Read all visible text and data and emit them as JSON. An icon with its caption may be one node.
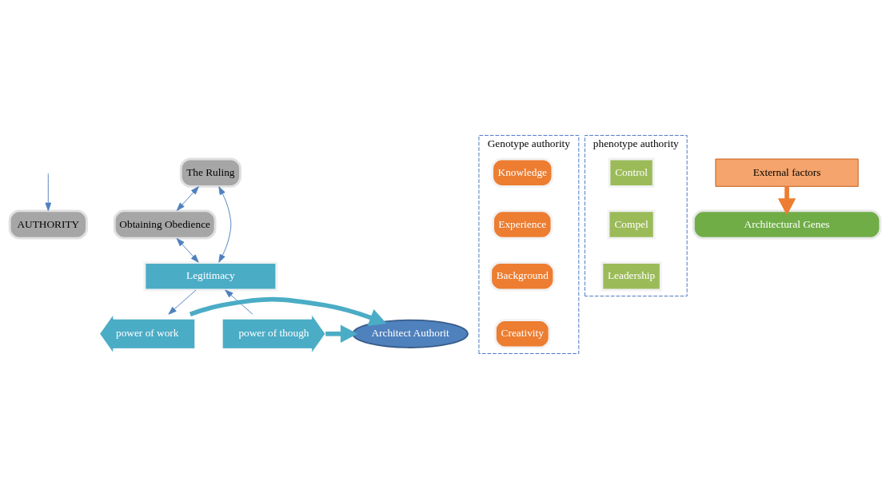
{
  "diagram": {
    "nodes": [
      {
        "text": [
          "AUTHORITY"
        ]
      },
      {
        "text": [
          "The Ruling"
        ]
      },
      {
        "text": [
          "Obtaining Obedience"
        ]
      },
      {
        "text": [
          "Legitimacy"
        ]
      },
      {
        "text": [
          "Genotype authority"
        ]
      },
      {
        "text": [
          "Knowledge"
        ],
        "in": 4
      },
      {
        "text": [
          "Experience"
        ],
        "in": 4
      },
      {
        "text": [
          "Background"
        ],
        "in": 4
      },
      {
        "text": [
          "Creativity"
        ],
        "in": 4
      },
      {
        "text": [
          "power of though"
        ]
      },
      {
        "text": [
          "Architect Authorit"
        ]
      },
      {
        "text": [
          "power of work"
        ]
      },
      {
        "text": [
          "phenotype authority"
        ]
      },
      {
        "text": [
          "Control"
        ],
        "in": 12
      },
      {
        "text": [
          "Compel"
        ],
        "in": 12
      },
      {
        "text": [
          "Leadership"
        ],
        "in": 12
      },
      {
        "text": [
          "External factors"
        ]
      },
      {
        "text": [
          "Architectural Genes"
        ]
      }
    ],
    "edges": [
      {
        "from": 1,
        "to": 2,
        "arrow": "both"
      },
      {
        "from": null,
        "to": 0,
        "arrow": "to"
      },
      {
        "from": 1,
        "to": 3,
        "arrow": "both"
      },
      {
        "from": 2,
        "to": 3,
        "arrow": "both"
      },
      {
        "from": 9,
        "to": 3,
        "arrow": "to"
      },
      {
        "from": 3,
        "to": 11,
        "arrow": "to"
      },
      {
        "from": 9,
        "to": 10,
        "arrow": "to",
        "style": "thick",
        "color": "#4bacc6"
      },
      {
        "from": 11,
        "to": 10,
        "arrow": "to",
        "style": "thick",
        "color": "#4bacc6"
      },
      {
        "from": 16,
        "to": 17,
        "arrow": "to",
        "style": "thick",
        "color": "#ed7d31"
      }
    ]
  }
}
